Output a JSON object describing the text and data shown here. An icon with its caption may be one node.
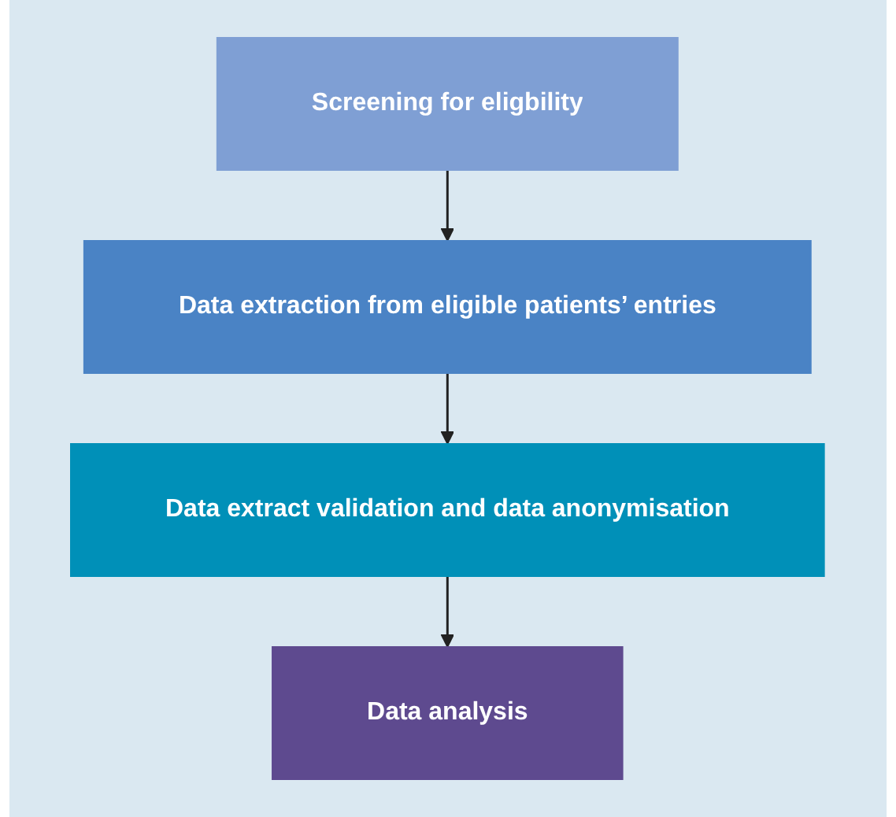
{
  "diagram": {
    "nodes": [
      {
        "text": [
          "Screening for eligbility"
        ]
      },
      {
        "text": [
          "Data extraction from eligible patients’ entries"
        ]
      },
      {
        "text": [
          "Data extract validation and data anonymisation"
        ]
      },
      {
        "text": [
          "Data analysis"
        ]
      }
    ],
    "edges": [
      {
        "from": 0,
        "to": 1,
        "arrow": "to"
      },
      {
        "from": 1,
        "to": 2,
        "arrow": "to"
      },
      {
        "from": 2,
        "to": 3,
        "arrow": "to"
      }
    ]
  }
}
